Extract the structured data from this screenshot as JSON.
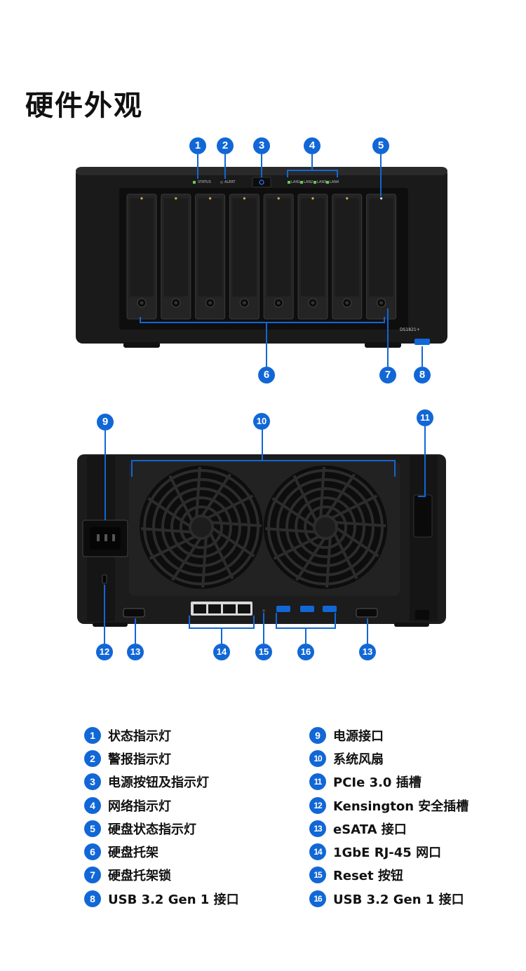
{
  "title": "硬件外观",
  "front": {
    "led_labels": [
      "STATUS",
      "ALERT"
    ],
    "lan_labels": [
      "LAN1",
      "LAN2",
      "LAN3",
      "LAN4"
    ],
    "model": "DS1821+",
    "callouts": [
      "1",
      "2",
      "3",
      "4",
      "5",
      "6",
      "7",
      "8"
    ]
  },
  "back": {
    "callouts": [
      "9",
      "10",
      "11",
      "12",
      "13",
      "14",
      "15",
      "16",
      "13"
    ]
  },
  "legend_left": [
    {
      "num": "1",
      "text": "状态指示灯"
    },
    {
      "num": "2",
      "text": "警报指示灯"
    },
    {
      "num": "3",
      "text": "电源按钮及指示灯"
    },
    {
      "num": "4",
      "text": "网络指示灯"
    },
    {
      "num": "5",
      "text": "硬盘状态指示灯"
    },
    {
      "num": "6",
      "text": "硬盘托架"
    },
    {
      "num": "7",
      "text": "硬盘托架锁"
    },
    {
      "num": "8",
      "text": "USB 3.2 Gen 1 接口"
    }
  ],
  "legend_right": [
    {
      "num": "9",
      "text": "电源接口"
    },
    {
      "num": "10",
      "text": "系统风扇"
    },
    {
      "num": "11",
      "text": "PCIe 3.0 插槽"
    },
    {
      "num": "12",
      "text": "Kensington 安全插槽"
    },
    {
      "num": "13",
      "text": "eSATA 接口"
    },
    {
      "num": "14",
      "text": "1GbE RJ-45 网口"
    },
    {
      "num": "15",
      "text": "Reset 按钮"
    },
    {
      "num": "16",
      "text": "USB 3.2 Gen 1 接口"
    }
  ],
  "colors": {
    "accent": "#1167d6",
    "device": "#1b1b1b",
    "tray": "#262626",
    "led_green": "#6ec75a",
    "led_amber": "#d8b24a"
  }
}
